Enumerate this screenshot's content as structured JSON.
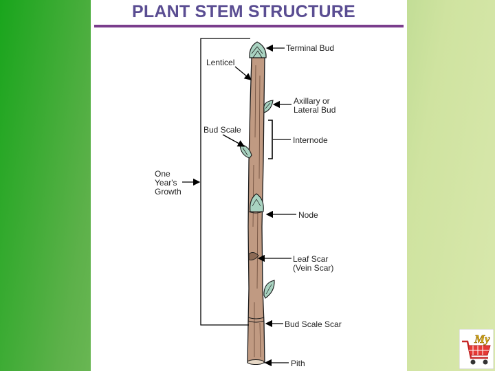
{
  "title": "PLANT STEM STRUCTURE",
  "labels": {
    "terminal_bud": "Terminal Bud",
    "lenticel": "Lenticel",
    "axillary_bud_1": "Axillary or",
    "axillary_bud_2": "Lateral Bud",
    "bud_scale": "Bud Scale",
    "internode": "Internode",
    "growth_1": "One",
    "growth_2": "Year's",
    "growth_3": "Growth",
    "node": "Node",
    "leaf_scar_1": "Leaf Scar",
    "leaf_scar_2": "(Vein Scar)",
    "bud_scale_scar": "Bud Scale Scar",
    "pith": "Pith"
  },
  "logo_text": "My",
  "colors": {
    "title": "#5a4d92",
    "title_rule": "#7a3d8c",
    "stem": "#c09a82",
    "bud": "#a9d3c1",
    "background_left": "#19a51c",
    "background_right": "#d9e8ad"
  }
}
